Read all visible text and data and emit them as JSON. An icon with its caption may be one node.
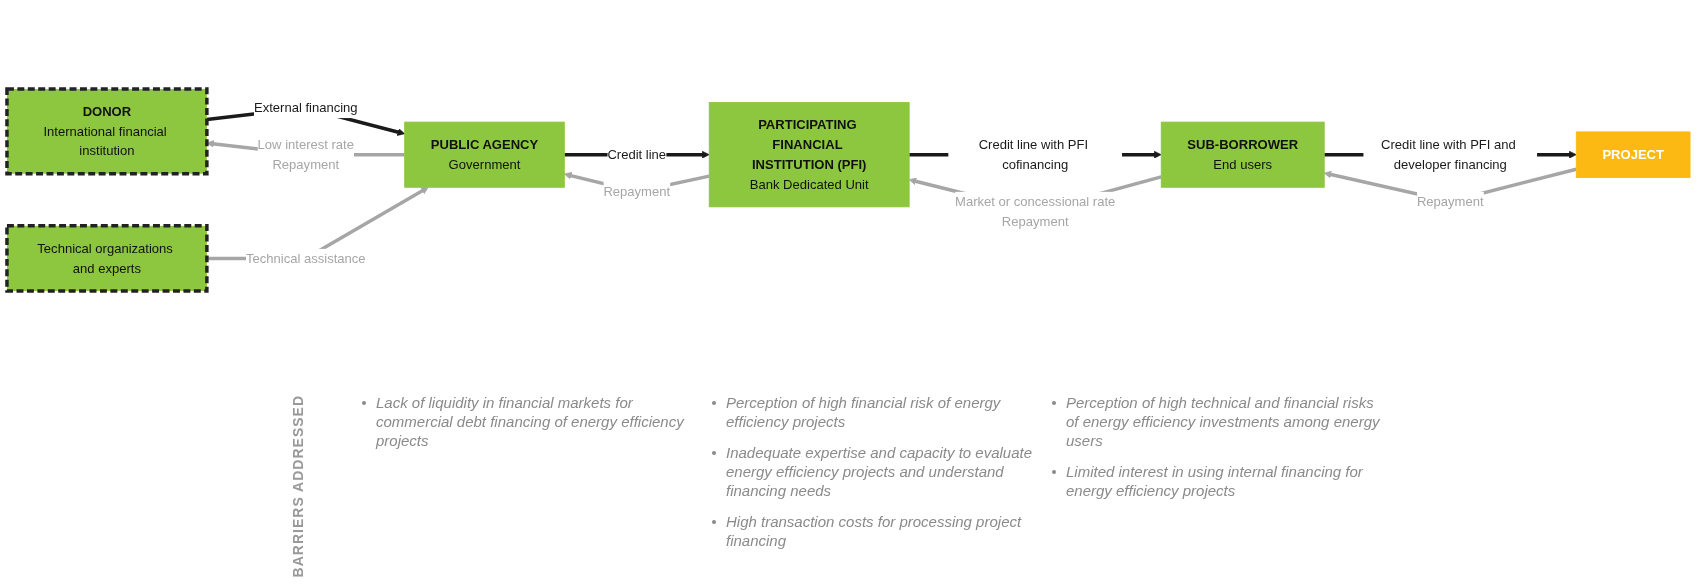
{
  "diagram": {
    "nodes": [
      {
        "text": [
          "DONOR",
          "International financial institution"
        ]
      },
      {
        "text": [
          "PUBLIC AGENCY",
          "Government"
        ]
      },
      {
        "text": [
          "PARTICIPATING FINANCIAL INSTITUTION (PFI)",
          "Bank Dedicated Unit"
        ]
      },
      {
        "text": [
          "SUB-BORROWER",
          "End users"
        ]
      },
      {
        "text": [
          "PROJECT"
        ]
      },
      {
        "text": [
          "Technical organizations and experts"
        ]
      }
    ],
    "edges": [
      {
        "from": 0,
        "to": 1,
        "arrow": "to",
        "label": "External financing",
        "color": "#1a1a1a"
      },
      {
        "from": 1,
        "to": 0,
        "arrow": "to",
        "label": "Repayment"
      },
      {
        "from": 1,
        "to": 2,
        "arrow": "to",
        "label": "Credit line",
        "color": "#1a1a1a"
      },
      {
        "from": 2,
        "to": 1,
        "arrow": "to",
        "label": "Repayment"
      },
      {
        "from": 2,
        "to": 3,
        "arrow": "to",
        "label": "Credit line with PFI cofinancing",
        "color": "#1a1a1a"
      },
      {
        "from": 3,
        "to": 2,
        "arrow": "to",
        "label": "Repayment"
      },
      {
        "from": 3,
        "to": 4,
        "arrow": "to",
        "label": "Credit line with PFI and developer financing",
        "color": "#1a1a1a"
      },
      {
        "from": 4,
        "to": 3,
        "arrow": "to",
        "label": "Repayment"
      },
      {
        "from": 5,
        "to": 1,
        "arrow": "to",
        "label": "Technical assistance"
      }
    ],
    "labels": [
      "Low interest rate",
      "Market or concessional rate",
      "BARRIERS ADDRESSED",
      "Lack of liquidity in financial markets for commercial debt financing of energy efficiency projects",
      "Perception of high financial risk of energy efficiency projects",
      "Inadequate expertise and capacity to evaluate energy efficiency projects and understand financing needs",
      "High transaction costs for processing project financing",
      "Perception of high technical and financial risks of energy efficiency investments among energy users",
      "Limited interest in using internal financing for energy efficiency projects"
    ]
  }
}
